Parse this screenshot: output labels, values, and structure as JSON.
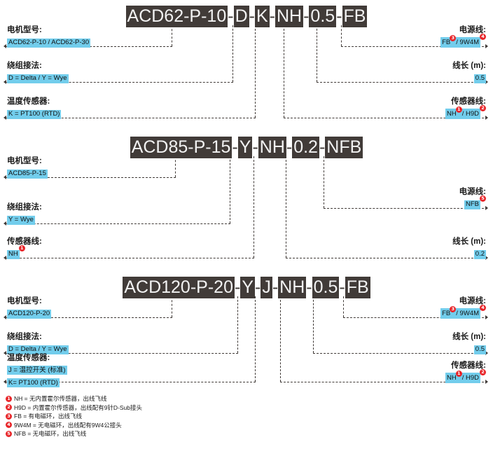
{
  "colors": {
    "title_block_bg": "#413b38",
    "value_highlight": "#72cdec",
    "footnote_marker": "#e8262a",
    "leader_line": "#413b38"
  },
  "sections": [
    {
      "id": "acd62",
      "title_segments": [
        "ACD62-P-10",
        "D",
        "K",
        "NH",
        "0.5",
        "FB"
      ],
      "separator": "-",
      "left_labels": [
        {
          "name": "motor-model",
          "label": "电机型号:",
          "value": "ACD62-P-10 / ACD62-P-30",
          "value2": "",
          "marker": "",
          "marker2": ""
        },
        {
          "name": "winding-connection",
          "label": "绕组接法:",
          "value": "D = Delta / Y = Wye",
          "value2": "",
          "marker": "",
          "marker2": ""
        },
        {
          "name": "temperature-sensor",
          "label": "温度传感器:",
          "value": "K = PT100 (RTD)",
          "value2": "",
          "marker": "",
          "marker2": ""
        }
      ],
      "right_labels": [
        {
          "name": "power-cable",
          "label": "电源线:",
          "value": "FB",
          "marker": "3",
          "value2": "/ 9W4M",
          "marker2": "4"
        },
        {
          "name": "cable-length",
          "label": "线长 (m):",
          "value": "0.5",
          "marker": "",
          "value2": "",
          "marker2": ""
        },
        {
          "name": "sensor-cable",
          "label": "传感器线:",
          "value": "NH",
          "marker": "1",
          "value2": "/ H9D",
          "marker2": "2"
        }
      ]
    },
    {
      "id": "acd85",
      "title_segments": [
        "ACD85-P-15",
        "Y",
        "NH",
        "0.2",
        "NFB"
      ],
      "separator": "-",
      "left_labels": [
        {
          "name": "motor-model",
          "label": "电机型号:",
          "value": "ACD85-P-15",
          "value2": "",
          "marker": "",
          "marker2": ""
        },
        {
          "name": "winding-connection",
          "label": "绕组接法:",
          "value": "Y = Wye",
          "value2": "",
          "marker": "",
          "marker2": ""
        },
        {
          "name": "sensor-cable",
          "label": "传感器线:",
          "value": "NH",
          "value2": "",
          "marker": "1",
          "marker2": ""
        }
      ],
      "right_labels": [
        {
          "name": "power-cable",
          "label": "电源线:",
          "value": "NFB",
          "marker": "5",
          "value2": "",
          "marker2": ""
        },
        {
          "name": "cable-length",
          "label": "线长 (m):",
          "value": "0.2",
          "marker": "",
          "value2": "",
          "marker2": ""
        }
      ]
    },
    {
      "id": "acd120",
      "title_segments": [
        "ACD120-P-20",
        "Y",
        "J",
        "NH",
        "0.5",
        "FB"
      ],
      "separator": "-",
      "left_labels": [
        {
          "name": "motor-model",
          "label": "电机型号:",
          "value": "ACD120-P-20",
          "value2": "",
          "marker": "",
          "marker2": ""
        },
        {
          "name": "winding-connection",
          "label": "绕组接法:",
          "value": "D = Delta / Y = Wye",
          "value2": "",
          "marker": "",
          "marker2": ""
        },
        {
          "name": "temperature-sensor",
          "label": "温度传感器:",
          "value": "J = 温控开关 (标准)",
          "value2": "K= PT100 (RTD)",
          "marker": "",
          "marker2": ""
        }
      ],
      "right_labels": [
        {
          "name": "power-cable",
          "label": "电源线:",
          "value": "FB",
          "marker": "3",
          "value2": "/ 9W4M",
          "marker2": "4"
        },
        {
          "name": "cable-length",
          "label": "线长 (m):",
          "value": "0.5",
          "marker": "",
          "value2": "",
          "marker2": ""
        },
        {
          "name": "sensor-cable",
          "label": "传感器线:",
          "value": "NH",
          "marker": "1",
          "value2": "/ H9D",
          "marker2": "2"
        }
      ]
    }
  ],
  "footnotes": [
    {
      "num": "1",
      "text": "NH = 无内置霍尔传感器，出线飞线"
    },
    {
      "num": "2",
      "text": "H9D = 内置霍尔传感器，出线配有9针D-Sub接头"
    },
    {
      "num": "3",
      "text": "FB = 有电磁环，出线飞线"
    },
    {
      "num": "4",
      "text": "9W4M = 无电磁环，出线配有9W4公接头"
    },
    {
      "num": "5",
      "text": "NFB = 无电磁环，出线飞线"
    }
  ]
}
